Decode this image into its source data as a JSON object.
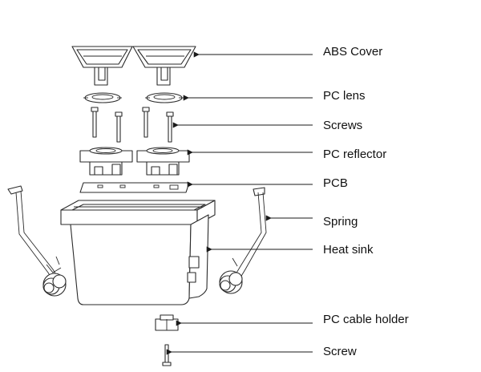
{
  "labels": {
    "abs_cover": "ABS Cover",
    "pc_lens": "PC lens",
    "screws": "Screws",
    "pc_reflector": "PC reflector",
    "pcb": "PCB",
    "spring": "Spring",
    "heat_sink": "Heat sink",
    "pc_cable_holder": "PC cable holder",
    "screw": "Screw"
  },
  "colors": {
    "line": "#2a2a2a",
    "background": "#ffffff"
  }
}
